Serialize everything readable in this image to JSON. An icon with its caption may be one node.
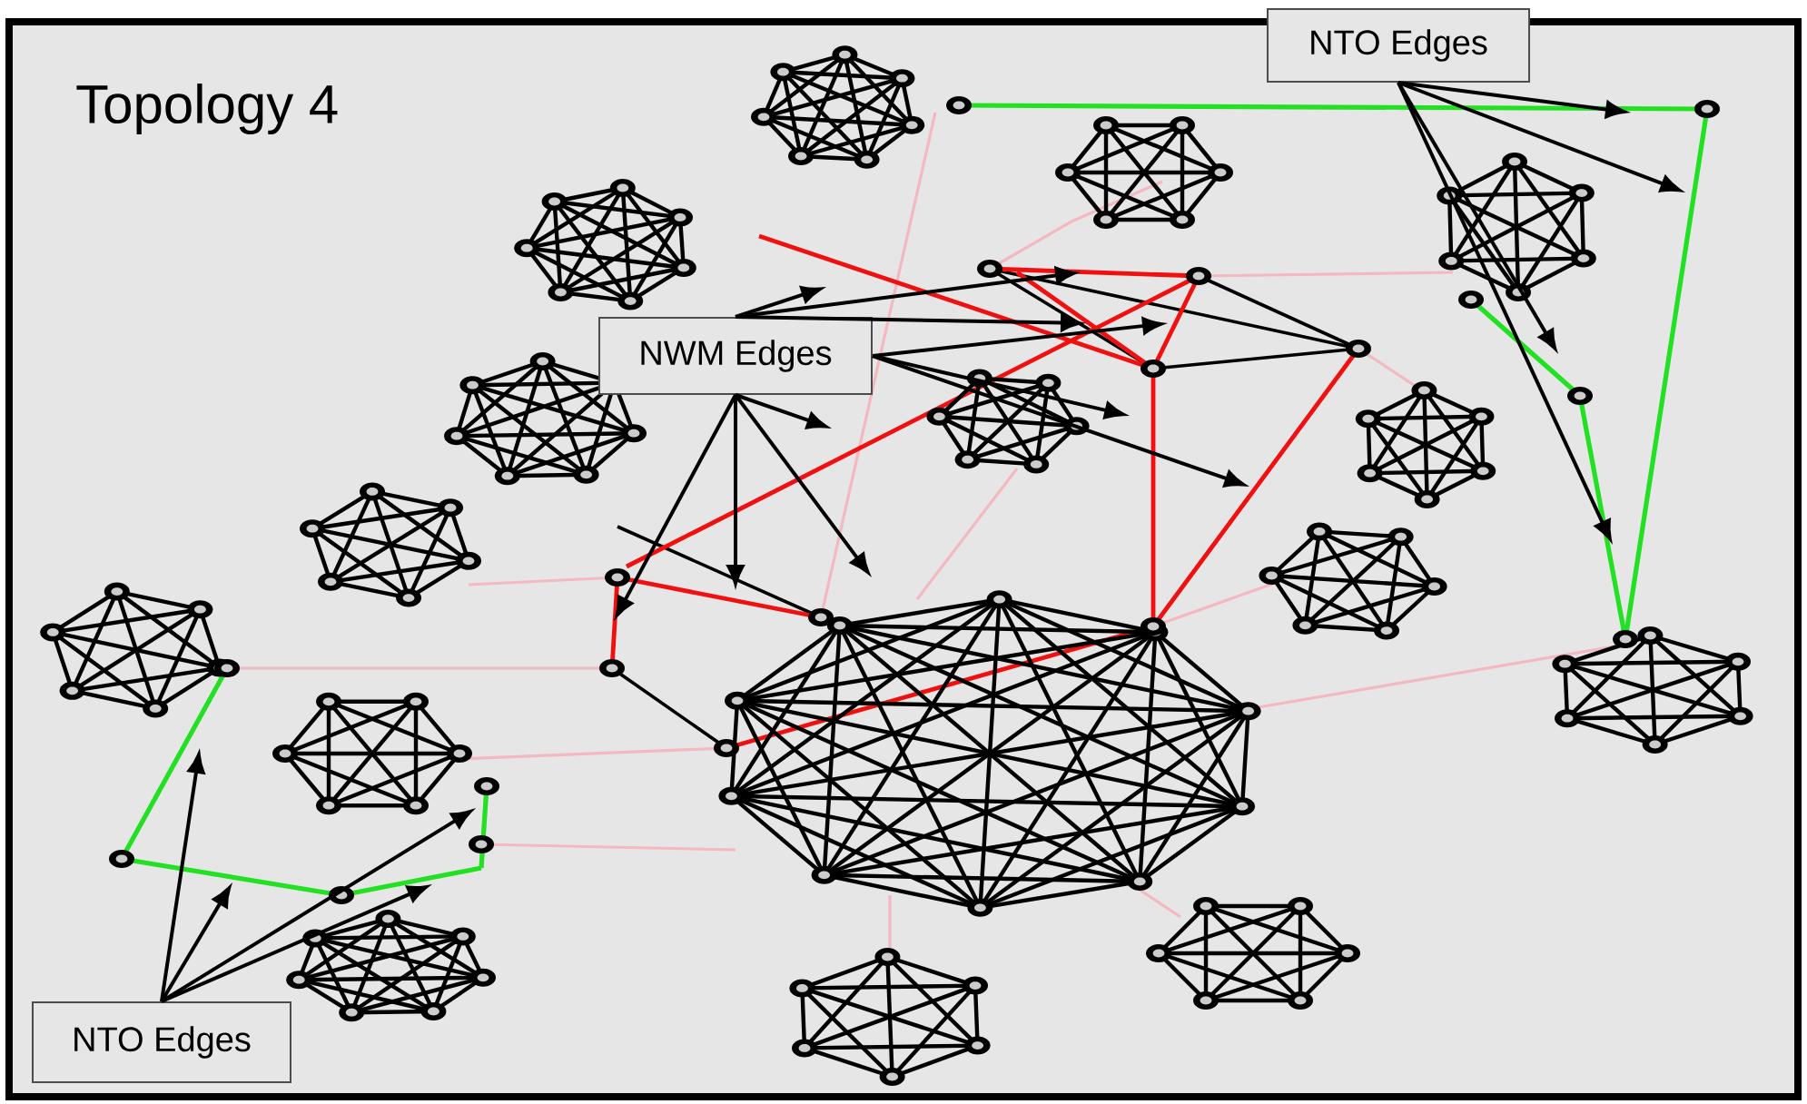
{
  "diagram": {
    "title": "Topology 4",
    "nodes": [
      {
        "text": [
          "NTO Edges"
        ]
      },
      {
        "text": [
          "NWM Edges"
        ]
      },
      {
        "text": [
          "NTO Edges"
        ]
      }
    ],
    "edges": [
      {
        "from": 0,
        "to": null,
        "arrow": "to"
      },
      {
        "from": 0,
        "to": null,
        "arrow": "to"
      },
      {
        "from": 0,
        "to": null,
        "arrow": "to"
      },
      {
        "from": 0,
        "to": null,
        "arrow": "to"
      },
      {
        "from": 1,
        "to": null,
        "arrow": "to"
      },
      {
        "from": 1,
        "to": null,
        "arrow": "to"
      },
      {
        "from": 1,
        "to": null,
        "arrow": "to"
      },
      {
        "from": 1,
        "to": null,
        "arrow": "to"
      },
      {
        "from": 1,
        "to": null,
        "arrow": "to"
      },
      {
        "from": 1,
        "to": null,
        "arrow": "to"
      },
      {
        "from": 1,
        "to": null,
        "arrow": "to"
      },
      {
        "from": 1,
        "to": null,
        "arrow": "to"
      },
      {
        "from": 1,
        "to": null,
        "arrow": "to"
      },
      {
        "from": 1,
        "to": null,
        "arrow": "to"
      },
      {
        "from": 2,
        "to": null,
        "arrow": "to"
      },
      {
        "from": 2,
        "to": null,
        "arrow": "to"
      },
      {
        "from": 2,
        "to": null,
        "arrow": "to"
      },
      {
        "from": 2,
        "to": null,
        "arrow": "to"
      }
    ]
  }
}
